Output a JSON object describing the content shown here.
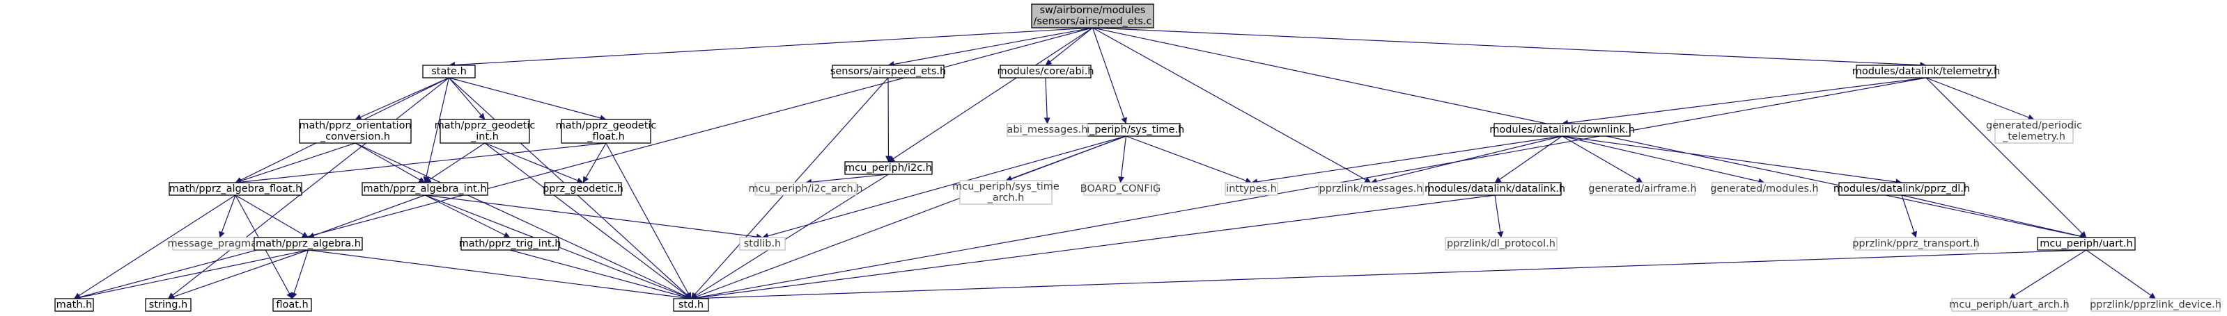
{
  "colors": {
    "edge": "#191970",
    "node_border": "#000000",
    "node_text": "#000000",
    "root_fill": "#bfbfbf",
    "node_fill": "#ffffff",
    "external_border": "#bfbfbf",
    "external_text": "#3c3c3c"
  },
  "nodes": {
    "root": [
      "sw/airborne/modules",
      "/sensors/airspeed_ets.c"
    ],
    "state_h": [
      "state.h"
    ],
    "sensors_airspeed_ets_h": [
      "sensors/airspeed_ets.h"
    ],
    "modules_core_abi_h": [
      "modules/core/abi.h"
    ],
    "mcu_periph_sys_time_h": [
      "mcu_periph/sys_time.h"
    ],
    "modules_datalink_telemetry_h": [
      "modules/datalink/telemetry.h"
    ],
    "math_pprz_orientation_conversion_h": [
      "math/pprz_orientation",
      "_conversion.h"
    ],
    "math_pprz_geodetic_int_h": [
      "math/pprz_geodetic",
      "_int.h"
    ],
    "math_pprz_geodetic_float_h": [
      "math/pprz_geodetic",
      "_float.h"
    ],
    "mcu_periph_i2c_h": [
      "mcu_periph/i2c.h"
    ],
    "abi_messages_h": [
      "abi_messages.h"
    ],
    "modules_datalink_downlink_h": [
      "modules/datalink/downlink.h"
    ],
    "generated_periodic_telemetry_h": [
      "generated/periodic",
      "_telemetry.h"
    ],
    "math_pprz_algebra_float_h": [
      "math/pprz_algebra_float.h"
    ],
    "math_pprz_algebra_int_h": [
      "math/pprz_algebra_int.h"
    ],
    "pprz_geodetic_h": [
      "pprz_geodetic.h"
    ],
    "mcu_periph_i2c_arch_h": [
      "mcu_periph/i2c_arch.h"
    ],
    "mcu_periph_sys_time_arch_h": [
      "mcu_periph/sys_time",
      "_arch.h"
    ],
    "board_config": [
      "BOARD_CONFIG"
    ],
    "inttypes_h": [
      "inttypes.h"
    ],
    "pprzlink_messages_h": [
      "pprzlink/messages.h"
    ],
    "modules_datalink_datalink_h": [
      "modules/datalink/datalink.h"
    ],
    "generated_airframe_h": [
      "generated/airframe.h"
    ],
    "generated_modules_h": [
      "generated/modules.h"
    ],
    "modules_datalink_pprz_dl_h": [
      "modules/datalink/pprz_dl.h"
    ],
    "message_pragmas_h": [
      "message_pragmas.h"
    ],
    "math_pprz_algebra_h": [
      "math/pprz_algebra.h"
    ],
    "math_pprz_trig_int_h": [
      "math/pprz_trig_int.h"
    ],
    "stdlib_h": [
      "stdlib.h"
    ],
    "pprzlink_dl_protocol_h": [
      "pprzlink/dl_protocol.h"
    ],
    "pprzlink_pprz_transport_h": [
      "pprzlink/pprz_transport.h"
    ],
    "mcu_periph_uart_h": [
      "mcu_periph/uart.h"
    ],
    "math_h": [
      "math.h"
    ],
    "string_h": [
      "string.h"
    ],
    "float_h": [
      "float.h"
    ],
    "std_h": [
      "std.h"
    ],
    "mcu_periph_uart_arch_h": [
      "mcu_periph/uart_arch.h"
    ],
    "pprzlink_pprzlink_device_h": [
      "pprzlink/pprzlink_device.h"
    ]
  }
}
